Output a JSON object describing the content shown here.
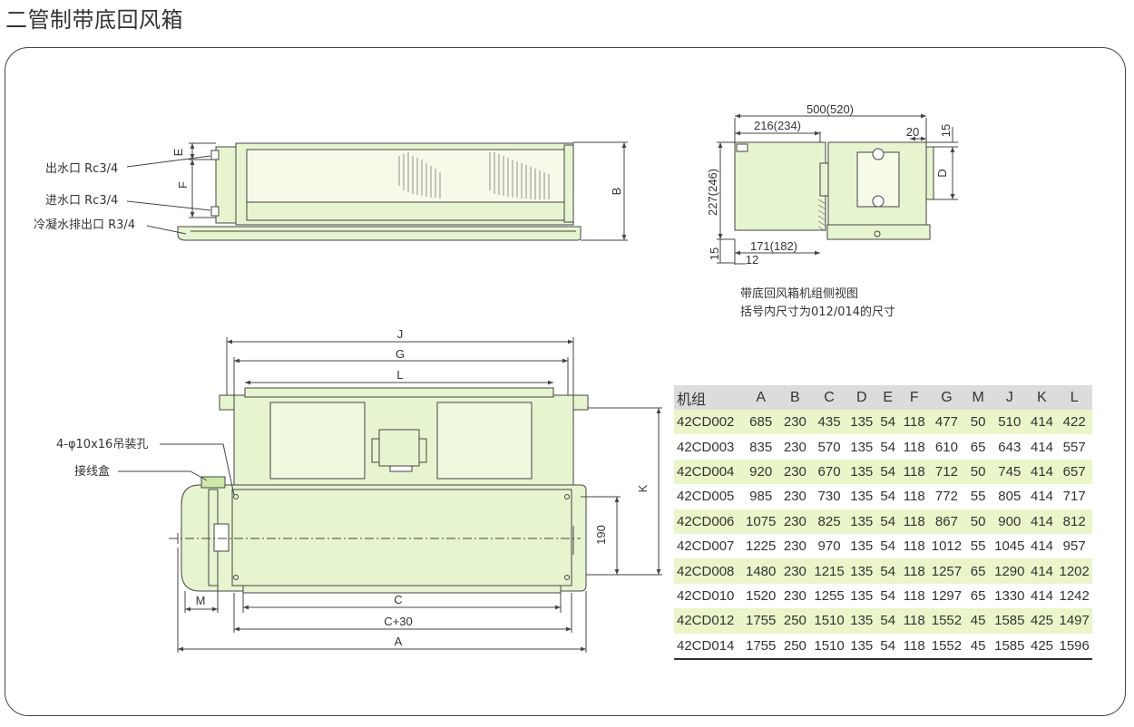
{
  "page_title": "二管制带底回风箱",
  "labels": {
    "water_out": "出水口 Rc3/4",
    "water_in": "进水口 Rc3/4",
    "drain": "冷凝水排出口 R3/4",
    "hang_holes": "4-φ10x16吊装孔",
    "junction_box": "接线盒"
  },
  "dims_front": {
    "e": "E",
    "f": "F",
    "b": "B"
  },
  "dims_top": {
    "j": "J",
    "g": "G",
    "l": "L",
    "k": "K",
    "v190": "190",
    "m": "M",
    "c": "C",
    "c30": "C+30",
    "a": "A"
  },
  "dims_side": {
    "w500": "500(520)",
    "w216": "216(234)",
    "w20": "20",
    "w15t": "15",
    "d": "D",
    "h227": "227(246)",
    "w171": "171(182)",
    "w12": "12",
    "h15": "15"
  },
  "side_notes": {
    "line1": "带底回风箱机组侧视图",
    "line2": "括号内尺寸为012/014的尺寸"
  },
  "table": {
    "headers": [
      "机组",
      "A",
      "B",
      "C",
      "D",
      "E",
      "F",
      "G",
      "M",
      "J",
      "K",
      "L"
    ],
    "rows": [
      [
        "42CD002",
        "685",
        "230",
        "435",
        "135",
        "54",
        "118",
        "477",
        "50",
        "510",
        "414",
        "422"
      ],
      [
        "42CD003",
        "835",
        "230",
        "570",
        "135",
        "54",
        "118",
        "610",
        "65",
        "643",
        "414",
        "557"
      ],
      [
        "42CD004",
        "920",
        "230",
        "670",
        "135",
        "54",
        "118",
        "712",
        "50",
        "745",
        "414",
        "657"
      ],
      [
        "42CD005",
        "985",
        "230",
        "730",
        "135",
        "54",
        "118",
        "772",
        "55",
        "805",
        "414",
        "717"
      ],
      [
        "42CD006",
        "1075",
        "230",
        "825",
        "135",
        "54",
        "118",
        "867",
        "50",
        "900",
        "414",
        "812"
      ],
      [
        "42CD007",
        "1225",
        "230",
        "970",
        "135",
        "54",
        "118",
        "1012",
        "55",
        "1045",
        "414",
        "957"
      ],
      [
        "42CD008",
        "1480",
        "230",
        "1215",
        "135",
        "54",
        "118",
        "1257",
        "65",
        "1290",
        "414",
        "1202"
      ],
      [
        "42CD010",
        "1520",
        "230",
        "1255",
        "135",
        "54",
        "118",
        "1297",
        "65",
        "1330",
        "414",
        "1242"
      ],
      [
        "42CD012",
        "1755",
        "250",
        "1510",
        "135",
        "54",
        "118",
        "1552",
        "45",
        "1585",
        "425",
        "1497"
      ],
      [
        "42CD014",
        "1755",
        "250",
        "1510",
        "135",
        "54",
        "118",
        "1552",
        "45",
        "1585",
        "425",
        "1596"
      ]
    ]
  },
  "colors": {
    "unit_fill": "#e6f5cf",
    "row_highlight": "#eaf6c9",
    "header_bg": "#dcdcdc",
    "line": "#444444"
  }
}
